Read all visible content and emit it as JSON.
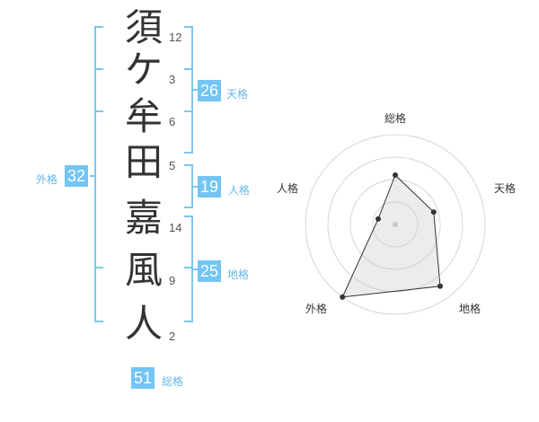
{
  "name": {
    "characters": [
      {
        "char": "須",
        "strokes": "12"
      },
      {
        "char": "ケ",
        "strokes": "3"
      },
      {
        "char": "牟",
        "strokes": "6"
      },
      {
        "char": "田",
        "strokes": "5"
      },
      {
        "char": "嘉",
        "strokes": "14"
      },
      {
        "char": "風",
        "strokes": "9"
      },
      {
        "char": "人",
        "strokes": "2"
      }
    ]
  },
  "fortunes": {
    "tenkaku": {
      "value": "26",
      "label": "天格"
    },
    "jinkaku": {
      "value": "19",
      "label": "人格"
    },
    "chikaku": {
      "value": "25",
      "label": "地格"
    },
    "gaikaku": {
      "value": "32",
      "label": "外格"
    },
    "soukaku": {
      "value": "51",
      "label": "総格"
    }
  },
  "colors": {
    "accent": "#73c5f3",
    "bracket": "#7cc7f0",
    "label": "#66b8e8"
  },
  "chart_data": {
    "type": "radar",
    "axes": [
      "総格",
      "天格",
      "地格",
      "外格",
      "人格"
    ],
    "values": [
      0.55,
      0.45,
      0.85,
      1.0,
      0.2
    ],
    "rings": 4,
    "grid": true
  }
}
